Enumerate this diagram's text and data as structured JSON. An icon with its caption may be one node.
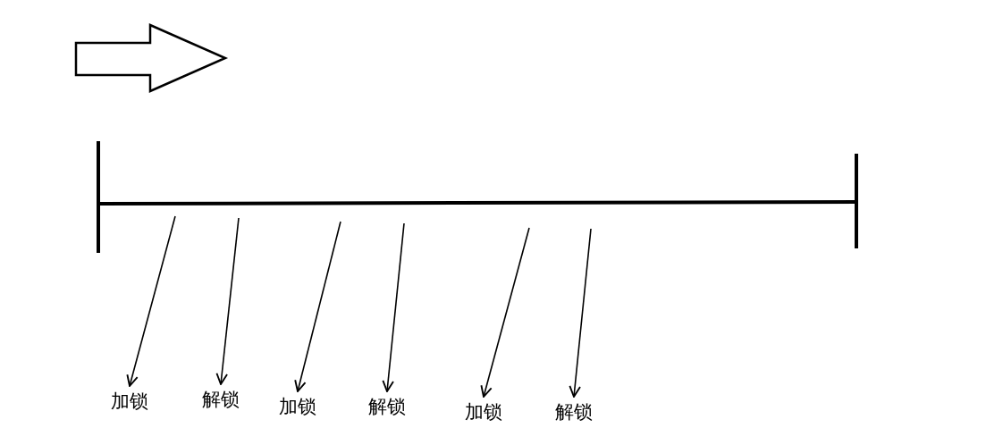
{
  "diagram": {
    "nodes": [
      {
        "text": [
          "加锁"
        ]
      },
      {
        "text": [
          "解锁"
        ]
      },
      {
        "text": [
          "加锁"
        ]
      },
      {
        "text": [
          "解锁"
        ]
      },
      {
        "text": [
          "加锁"
        ]
      },
      {
        "text": [
          "解锁"
        ]
      }
    ],
    "edges": [
      {
        "from": null,
        "to": 0,
        "arrow": "to"
      },
      {
        "from": null,
        "to": 1,
        "arrow": "to"
      },
      {
        "from": null,
        "to": 2,
        "arrow": "to"
      },
      {
        "from": null,
        "to": 3,
        "arrow": "to"
      },
      {
        "from": null,
        "to": 4,
        "arrow": "to"
      },
      {
        "from": null,
        "to": 5,
        "arrow": "to"
      }
    ]
  }
}
